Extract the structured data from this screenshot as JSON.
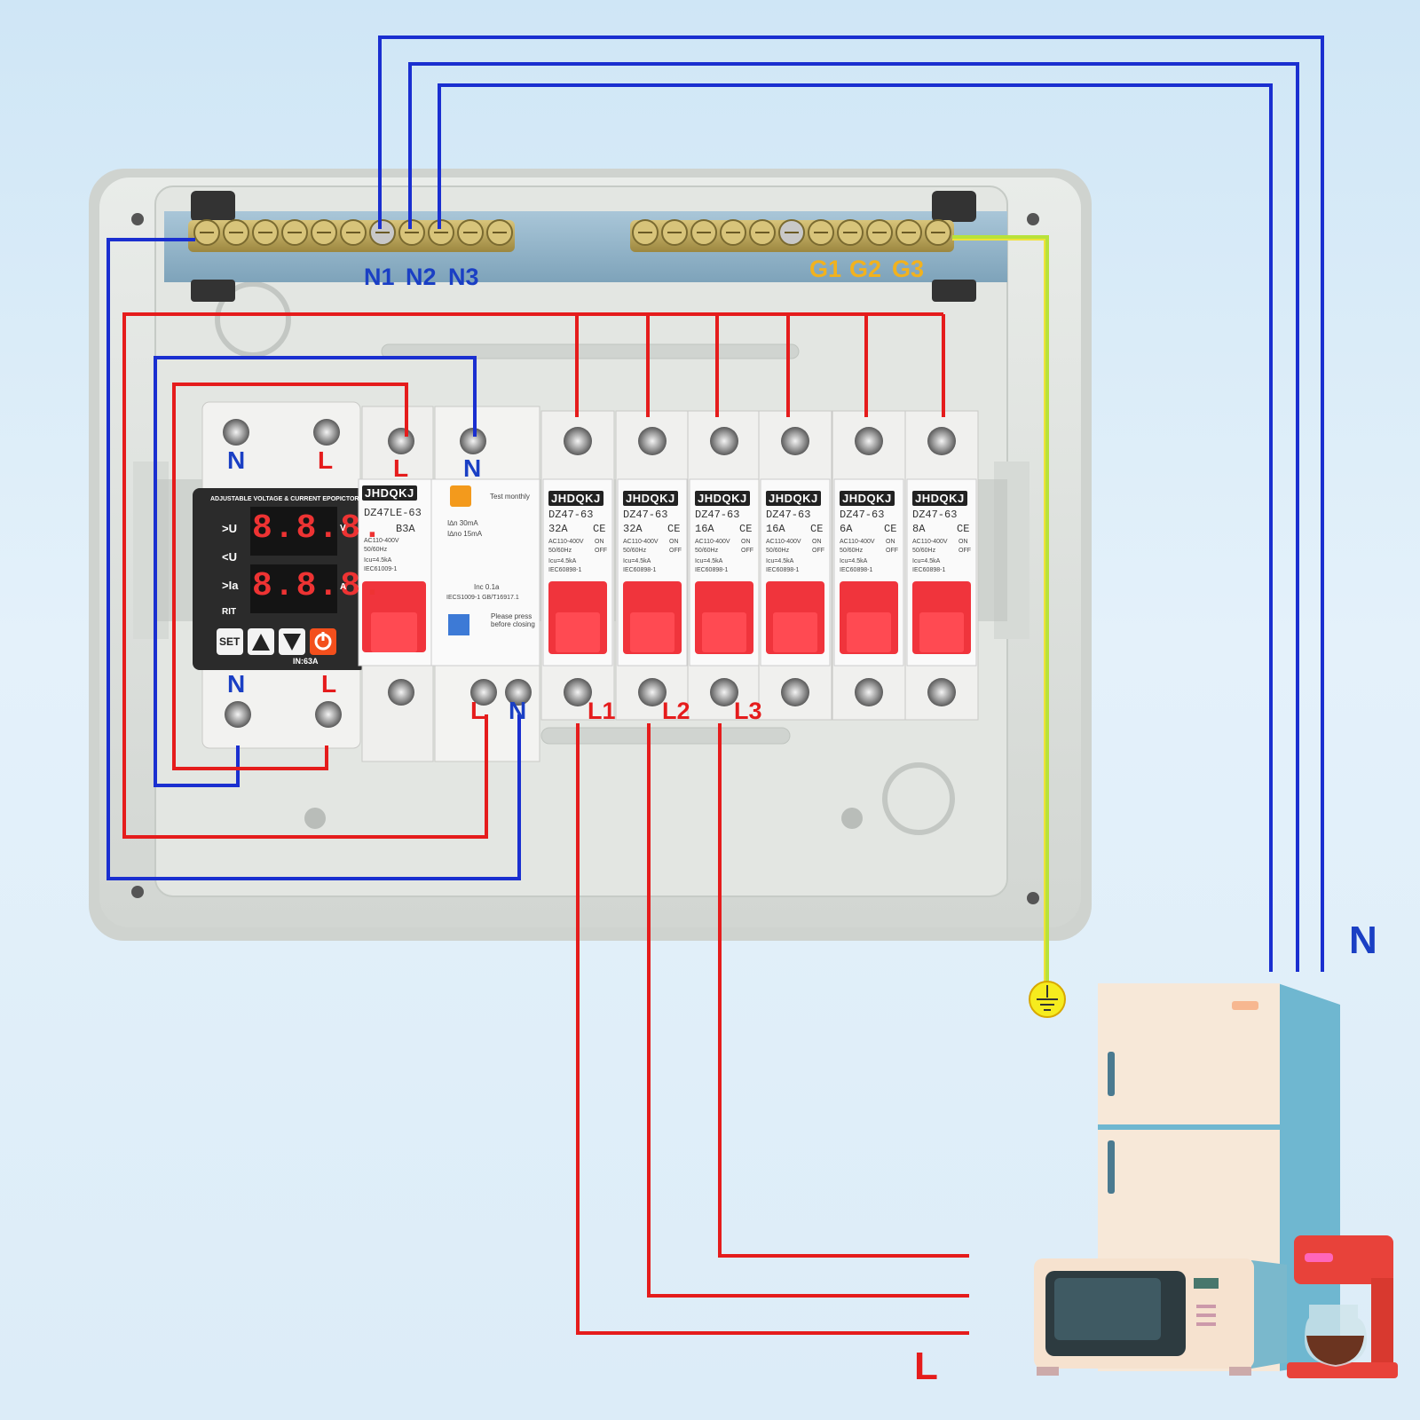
{
  "neutral_bar_labels": [
    "N1",
    "N2",
    "N3"
  ],
  "ground_bar_labels": [
    "G1",
    "G2",
    "G3"
  ],
  "meter": {
    "title": "ADJUSTABLE VOLTAGE & CURRENT EPOPICTOR",
    "row1": ">U",
    "row2": "<U",
    "row3": ">Ia",
    "display1": "8.8.8.",
    "display2": "8.8.8.",
    "unit1": "V",
    "unit2": "A",
    "rit": "RIT",
    "set": "SET",
    "rating": "IN:63A",
    "top_n": "N",
    "top_l": "L",
    "bot_n": "N",
    "bot_l": "L"
  },
  "rcbo": {
    "brand": "JHDQKJ",
    "model": "DZ47LE-63",
    "rating": "B3A",
    "spec1": "AC110-400V",
    "spec2": "50/60Hz",
    "spec3": "Icu=4.5kA",
    "spec4": "IEC61009-1",
    "top_label": "L",
    "test_text": "Test monthly",
    "idn": "I∆n  30mA",
    "idno": "I∆no  15mA",
    "inc": "Inc 0.1a",
    "std": "IECS1009-1 GB/T16917.1",
    "press": "Please press before closing",
    "top_n": "N",
    "bot_l": "L",
    "bot_n": "N"
  },
  "breakers": [
    {
      "brand": "JHDQKJ",
      "model": "DZ47-63",
      "rating": "32A",
      "spec1": "AC110-400V",
      "spec2": "50/60Hz",
      "spec3": "Icu=4.5kA",
      "spec4": "IEC60898-1",
      "out_label": "L1"
    },
    {
      "brand": "JHDQKJ",
      "model": "DZ47-63",
      "rating": "32A",
      "spec1": "AC110-400V",
      "spec2": "50/60Hz",
      "spec3": "Icu=4.5kA",
      "spec4": "IEC60898-1",
      "out_label": "L2"
    },
    {
      "brand": "JHDQKJ",
      "model": "DZ47-63",
      "rating": "16A",
      "spec1": "AC110-400V",
      "spec2": "50/60Hz",
      "spec3": "Icu=4.5kA",
      "spec4": "IEC60898-1",
      "out_label": "L3"
    },
    {
      "brand": "JHDQKJ",
      "model": "DZ47-63",
      "rating": "16A",
      "spec1": "AC110-400V",
      "spec2": "50/60Hz",
      "spec3": "Icu=4.5kA",
      "spec4": "IEC60898-1",
      "out_label": ""
    },
    {
      "brand": "JHDQKJ",
      "model": "DZ47-63",
      "rating": "6A",
      "spec1": "AC110-400V",
      "spec2": "50/60Hz",
      "spec3": "Icu=4.5kA",
      "spec4": "IEC60898-1",
      "out_label": ""
    },
    {
      "brand": "JHDQKJ",
      "model": "DZ47-63",
      "rating": "8A",
      "spec1": "AC110-400V",
      "spec2": "50/60Hz",
      "spec3": "Icu=4.5kA",
      "spec4": "IEC60898-1",
      "out_label": ""
    }
  ],
  "breaker_on": "ON",
  "breaker_off": "OFF",
  "ce_mark": "CE",
  "main_n": "N",
  "main_l": "L",
  "colors": {
    "neutral": "#1a2fd0",
    "live": "#e51c1c",
    "earth": "#b8e23a",
    "enclosure": "#dfe3df",
    "handle": "#f0343c"
  }
}
